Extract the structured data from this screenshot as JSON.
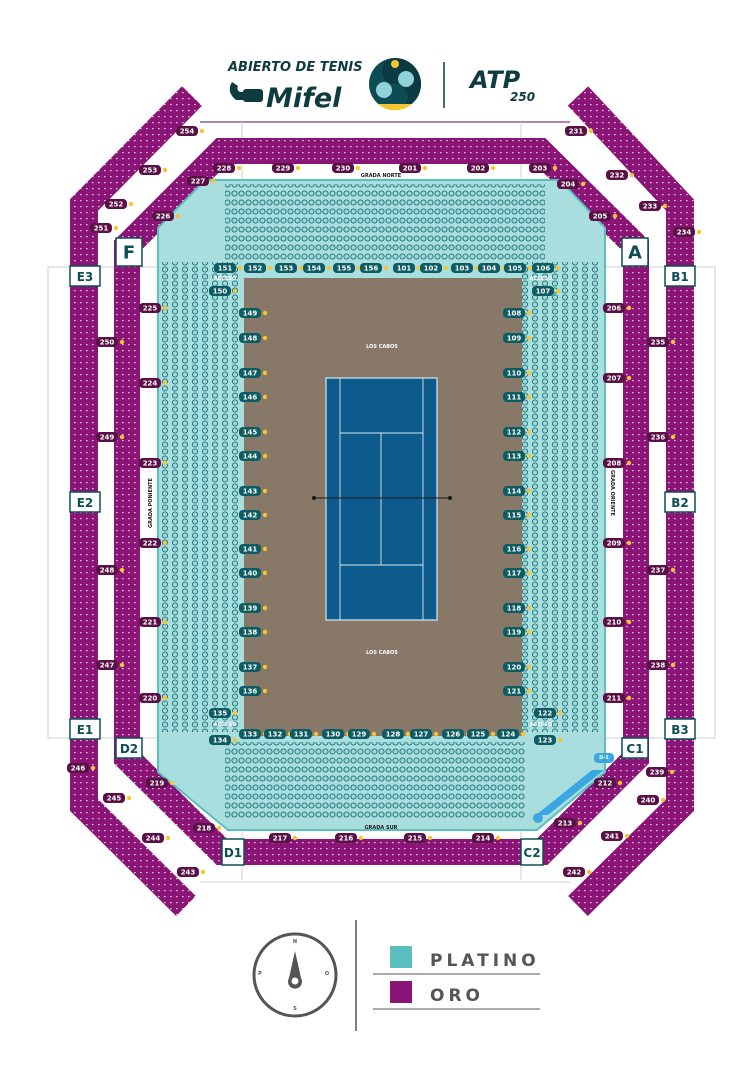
{
  "header": {
    "event_title": "ABIERTO DE TENIS",
    "sponsor": "Mifel",
    "tour": "ATP",
    "tour_level": "250"
  },
  "colors": {
    "platino": "#5bbfbf",
    "oro": "#8b1577",
    "court_surround": "#877868",
    "court": "#0d5a8c",
    "label_platino": "#0d5c63",
    "label_oro": "#5a1046",
    "row_marker": "#f7c531"
  },
  "stands": {
    "north": "GRADA NORTE",
    "south": "GRADA SUR",
    "west": "GRADA PONIENTE",
    "east": "GRADA ORIENTE"
  },
  "court_text": [
    "LOS CABOS",
    "LOS CABOS"
  ],
  "access_text": [
    "ACCESO",
    "ACCESO",
    "ACCESO",
    "ACCESO"
  ],
  "accessible_section": "D-1",
  "gates": [
    "F",
    "A",
    "E3",
    "B1",
    "E2",
    "B2",
    "E1",
    "B3",
    "D2",
    "C1",
    "D1",
    "C2"
  ],
  "sections": {
    "platino": [
      "151",
      "152",
      "153",
      "154",
      "155",
      "156",
      "101",
      "102",
      "103",
      "104",
      "105",
      "106",
      "150",
      "107",
      "149",
      "148",
      "147",
      "146",
      "145",
      "144",
      "143",
      "142",
      "141",
      "140",
      "139",
      "138",
      "137",
      "136",
      "135",
      "134",
      "108",
      "109",
      "110",
      "111",
      "112",
      "113",
      "114",
      "115",
      "116",
      "117",
      "118",
      "119",
      "120",
      "121",
      "122",
      "123",
      "133",
      "132",
      "131",
      "130",
      "129",
      "128",
      "127",
      "126",
      "125",
      "124"
    ],
    "oro": [
      "228",
      "229",
      "230",
      "201",
      "202",
      "203",
      "227",
      "226",
      "204",
      "205",
      "254",
      "253",
      "252",
      "251",
      "231",
      "232",
      "233",
      "234",
      "225",
      "224",
      "223",
      "222",
      "221",
      "220",
      "250",
      "249",
      "248",
      "247",
      "219",
      "218",
      "246",
      "245",
      "244",
      "243",
      "217",
      "216",
      "215",
      "214",
      "206",
      "207",
      "208",
      "209",
      "210",
      "211",
      "235",
      "236",
      "237",
      "238",
      "212",
      "213",
      "239",
      "240",
      "241",
      "242"
    ]
  },
  "legend": {
    "items": [
      {
        "label": "PLATINO",
        "color": "#5bbfbf"
      },
      {
        "label": "ORO",
        "color": "#8b1577"
      }
    ]
  },
  "compass": {
    "north": "N",
    "south": "S",
    "west": "P",
    "east": "O"
  }
}
